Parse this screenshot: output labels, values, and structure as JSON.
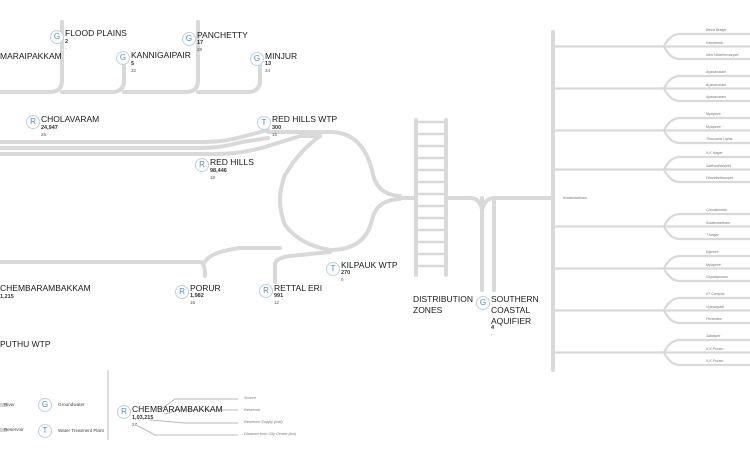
{
  "sources": {
    "flood_plains": {
      "type": "G",
      "name": "FLOOD PLAINS",
      "value": "2",
      "distance": "-"
    },
    "panchetty": {
      "type": "G",
      "name": "PANCHETTY",
      "value": "17",
      "distance": "28"
    },
    "kannigaipair": {
      "type": "G",
      "name": "KANNIGAIPAIR",
      "value": "5",
      "distance": "32"
    },
    "minjur": {
      "type": "G",
      "name": "MINJUR",
      "value": "13",
      "distance": "24"
    },
    "maraipakkam": {
      "name": "MARAIPAKKAM"
    },
    "cholavaram": {
      "type": "R",
      "name": "CHOLAVARAM",
      "value": "24,947",
      "distance": "25"
    },
    "red_hills_wtp": {
      "type": "T",
      "name": "RED HILLS WTP",
      "value": "300",
      "distance": "16"
    },
    "red_hills": {
      "type": "R",
      "name": "RED HILLS",
      "value": "98,446",
      "distance": "18"
    },
    "kilpauk_wtp": {
      "type": "T",
      "name": "KILPAUK WTP",
      "value": "270",
      "distance": "0"
    },
    "rettal_eri": {
      "type": "R",
      "name": "RETTAL ERI",
      "value": "991",
      "distance": "12"
    },
    "porur": {
      "type": "R",
      "name": "PORUR",
      "value": "1,982",
      "distance": "16"
    },
    "chembarambakkam": {
      "name": "CHEMBARAMBAKKAM",
      "value": "1,215"
    },
    "puthu_wtp": {
      "name": "PUTHU WTP"
    },
    "southern_coastal": {
      "type": "G",
      "name": "SOUTHERN COASTAL AQUIFIER",
      "value": "4",
      "distance": "-"
    }
  },
  "distribution": {
    "label": "DISTRIBUTION ZONES",
    "center_zone": "Kodambakkam"
  },
  "zones": [
    "Besin Bridge",
    "Kambeedu",
    "New Washermanpet",
    "Ayanavaram",
    "Ayanavaram",
    "Ayanavaram",
    "Mylapore",
    "Mylapore",
    "Thousand Lights",
    "K.K Nagar",
    "Saffronthaurpet",
    "Dhandarthaurpet",
    "Choolaimedu",
    "Kodambakkam",
    "T.Nagar",
    "Egmore",
    "Mylapore",
    "Gopalapuram",
    "IIT Campus",
    "Vyasarpadi",
    "Perambur",
    "Saidapet",
    "K.K.Puram",
    "K.K.Puram"
  ],
  "legend": {
    "river_label": "River",
    "reservoir_label": "Reservoir",
    "g_badge": "G",
    "g_label": "Groundwater",
    "t_badge": "T",
    "t_label": "Water Treatment Plant",
    "example": {
      "type": "R",
      "name": "CHEMBARAMBAKKAM",
      "value": "1,03,215",
      "distance": "27"
    },
    "annotations": [
      "Source",
      "Reservoir",
      "Reservoir Supply (mld)",
      "Distance from City Center (km)"
    ]
  }
}
